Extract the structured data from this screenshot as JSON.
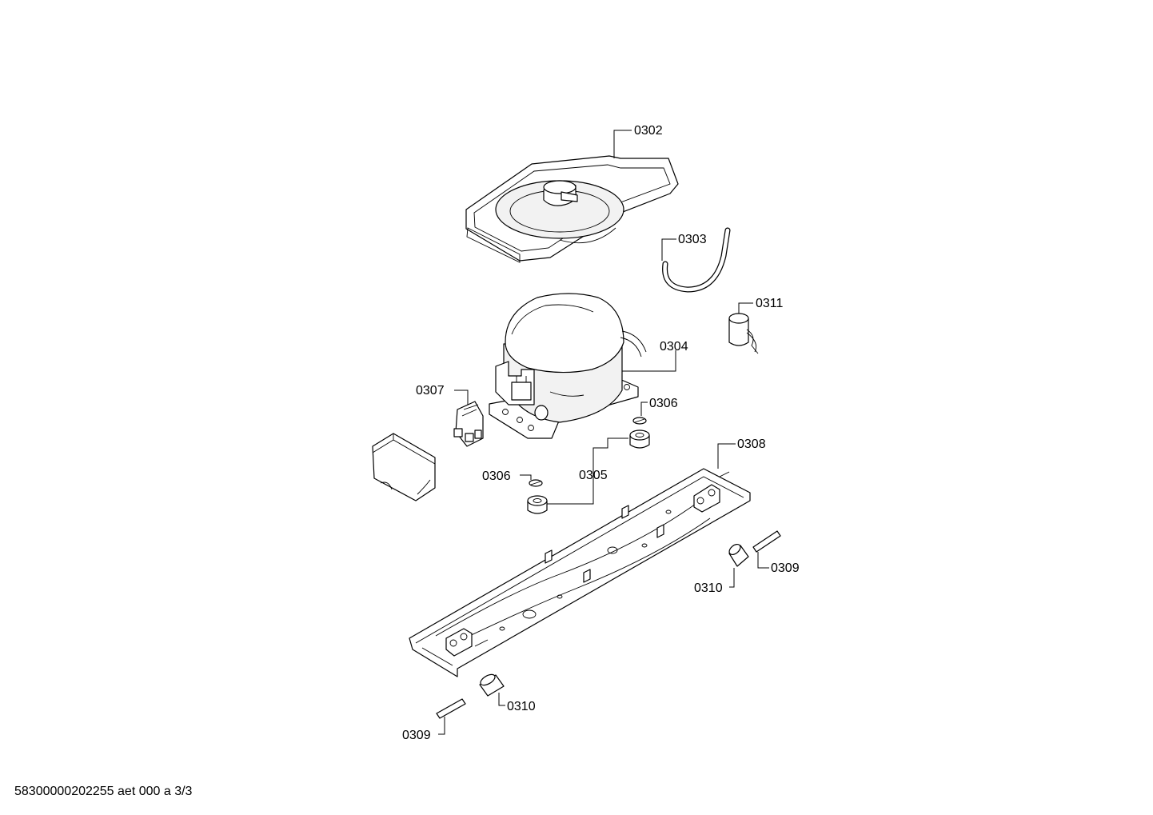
{
  "labels": {
    "p0302": "0302",
    "p0303": "0303",
    "p0304": "0304",
    "p0305": "0305",
    "p0306a": "0306",
    "p0306b": "0306",
    "p0307": "0307",
    "p0308": "0308",
    "p0309a": "0309",
    "p0309b": "0309",
    "p0310a": "0310",
    "p0310b": "0310",
    "p0311": "0311"
  },
  "footer": "58300000202255 aet 000 a 3/3"
}
